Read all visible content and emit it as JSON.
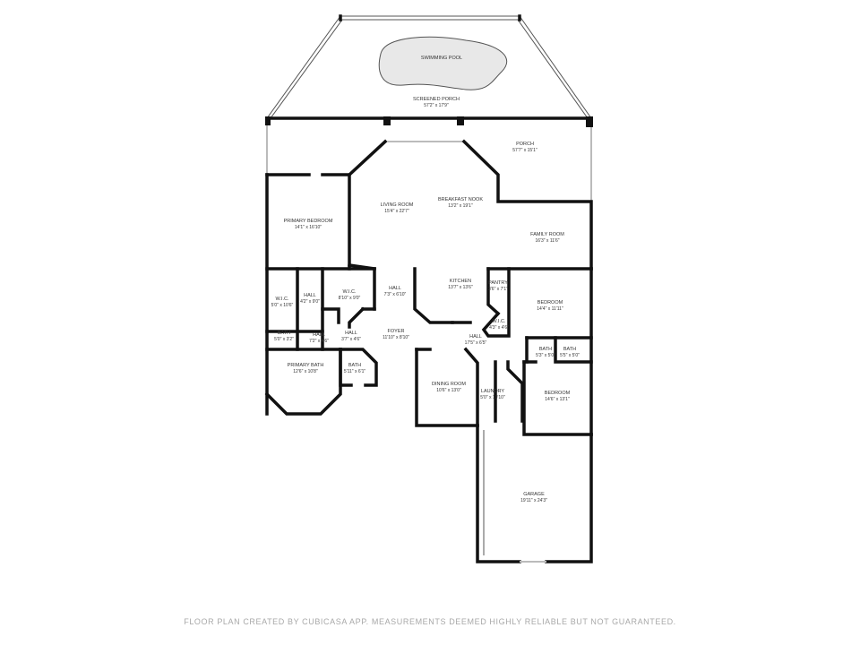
{
  "rooms": [
    {
      "name": "SWIMMING POOL",
      "dims": ""
    },
    {
      "name": "SCREENED PORCH",
      "dims": "57'2\" x 17'9\""
    },
    {
      "name": "PORCH",
      "dims": "57'7\" x 15'1\""
    },
    {
      "name": "LIVING ROOM",
      "dims": "15'4\" x 22'7\""
    },
    {
      "name": "BREAKFAST NOOK",
      "dims": "13'2\" x 19'1\""
    },
    {
      "name": "PRIMARY BEDROOM",
      "dims": "14'1\" x 16'10\""
    },
    {
      "name": "FAMILY ROOM",
      "dims": "16'3\" x 11'6\""
    },
    {
      "name": "KITCHEN",
      "dims": "13'7\" x 13'6\""
    },
    {
      "name": "PANTRY",
      "dims": "3'6\" x 7'1\""
    },
    {
      "name": "HALL",
      "dims": "7'3\" x 6'10\""
    },
    {
      "name": "W.I.C.",
      "dims": "5'0\" x 10'6\""
    },
    {
      "name": "HALL",
      "dims": "4'2\" x 9'0\""
    },
    {
      "name": "W.I.C.",
      "dims": "8'10\" x 9'0\""
    },
    {
      "name": "BEDROOM",
      "dims": "14'4\" x 11'11\""
    },
    {
      "name": "W.I.C.",
      "dims": "4'3\" x 4'6\""
    },
    {
      "name": "BATH",
      "dims": "5'0\" x 3'2\""
    },
    {
      "name": "HALL",
      "dims": "7'2\" x 4'6\""
    },
    {
      "name": "HALL",
      "dims": "3'7\" x 4'6\""
    },
    {
      "name": "FOYER",
      "dims": "11'10\" x 8'10\""
    },
    {
      "name": "HALL",
      "dims": "17'5\" x 6'5\""
    },
    {
      "name": "BATH",
      "dims": "5'3\" x 5'0\""
    },
    {
      "name": "BATH",
      "dims": "5'5\" x 5'0\""
    },
    {
      "name": "PRIMARY BATH",
      "dims": "12'6\" x 10'8\""
    },
    {
      "name": "BATH",
      "dims": "5'11\" x 6'1\""
    },
    {
      "name": "DINING ROOM",
      "dims": "10'6\" x 13'0\""
    },
    {
      "name": "LAUNDRY",
      "dims": "5'0\" x 10'10\""
    },
    {
      "name": "BEDROOM",
      "dims": "14'6\" x 13'1\""
    },
    {
      "name": "GARAGE",
      "dims": "19'11\" x 24'3\""
    }
  ],
  "footer": "FLOOR PLAN CREATED BY CUBICASA APP. MEASUREMENTS DEEMED HIGHLY RELIABLE BUT NOT GUARANTEED."
}
